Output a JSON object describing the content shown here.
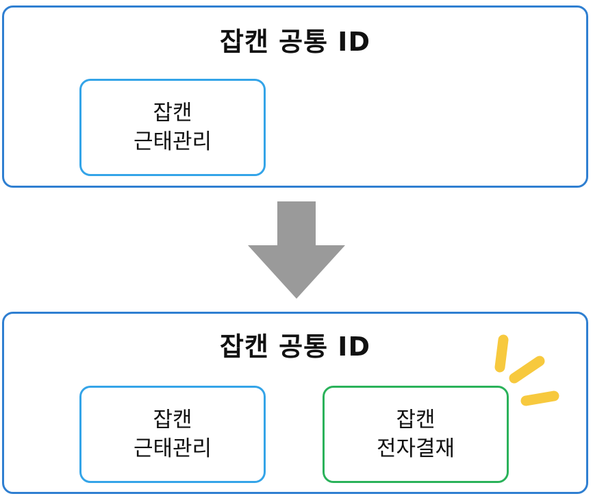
{
  "before": {
    "title": "잡캔 공통 ID",
    "services": [
      {
        "line1": "잡캔",
        "line2": "근태관리"
      }
    ]
  },
  "after": {
    "title": "잡캔 공통 ID",
    "services": [
      {
        "line1": "잡캔",
        "line2": "근태관리"
      },
      {
        "line1": "잡캔",
        "line2": "전자결재"
      }
    ]
  },
  "colors": {
    "panel_border": "#2f7fd1",
    "service_border": "#34a4e8",
    "new_service_border": "#2ab25a",
    "arrow": "#9a9a9a",
    "sparkle": "#f7c93e"
  },
  "icons": {
    "transition": "arrow-down-icon",
    "highlight": "sparkle-icon"
  }
}
